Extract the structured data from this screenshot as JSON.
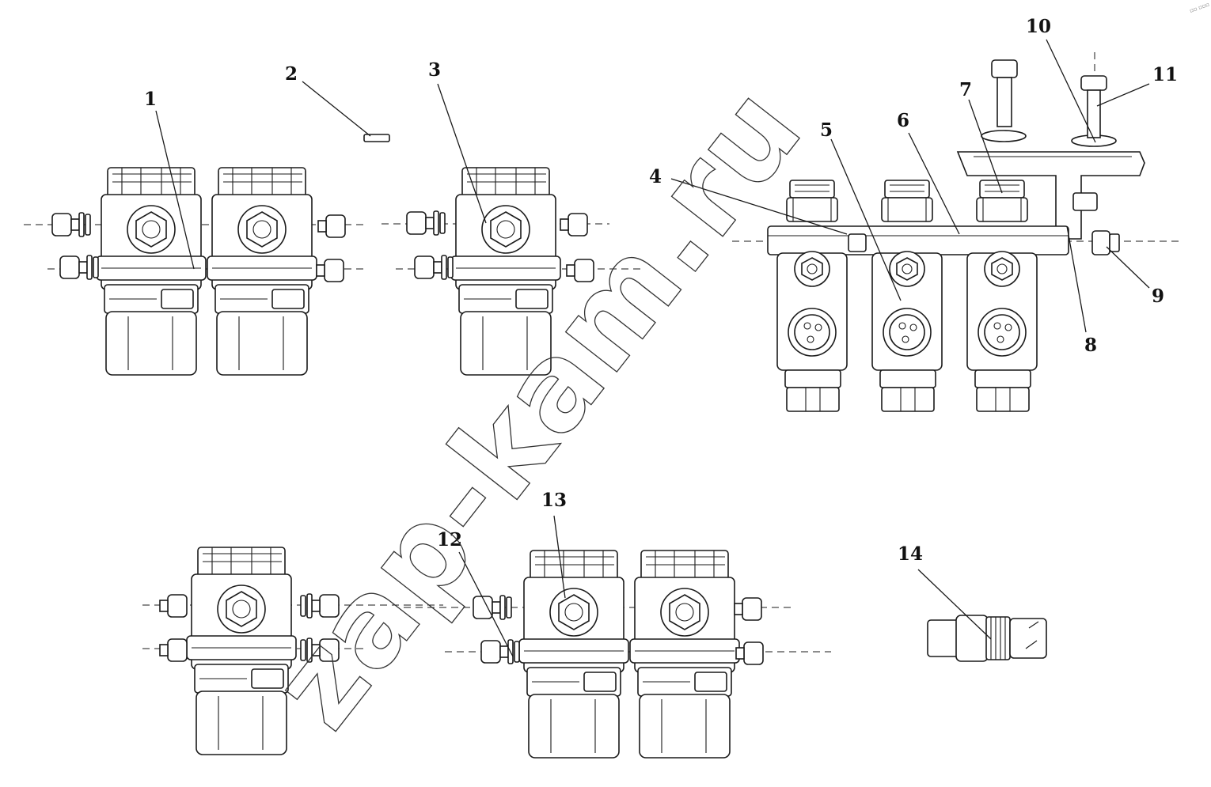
{
  "watermark": "zap-kam.ru",
  "callouts": [
    "1",
    "2",
    "3",
    "4",
    "5",
    "6",
    "7",
    "8",
    "9",
    "10",
    "11",
    "12",
    "13",
    "14"
  ],
  "corner_mark": "▫▫ ▫▫▫"
}
